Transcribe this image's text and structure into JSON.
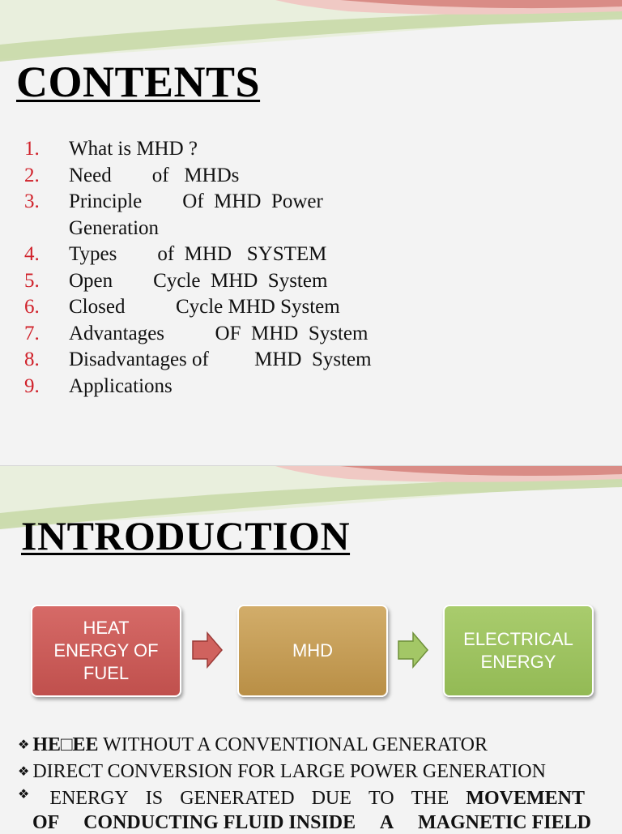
{
  "slide1": {
    "title": "CONTENTS",
    "items": [
      {
        "num": "1.",
        "text": "What is MHD ?"
      },
      {
        "num": "2.",
        "text": "Need        of   MHDs"
      },
      {
        "num": "3.",
        "text": "Principle        Of  MHD  Power",
        "text2": "Generation"
      },
      {
        "num": "4.",
        "text": "Types        of  MHD   SYSTEM"
      },
      {
        "num": "5.",
        "text": "Open        Cycle  MHD  System"
      },
      {
        "num": "6.",
        "text": "Closed          Cycle MHD System"
      },
      {
        "num": "7.",
        "text": "Advantages          OF  MHD  System"
      },
      {
        "num": "8.",
        "text": "Disadvantages of         MHD  System"
      },
      {
        "num": "9.",
        "text": "Applications"
      }
    ]
  },
  "slide2": {
    "title": "INTRODUCTION",
    "flow": [
      {
        "label": "HEAT\nENERGY OF\nFUEL",
        "color": "#c0504d"
      },
      {
        "label": "MHD",
        "color": "#b98f46"
      },
      {
        "label": "ELECTRICAL\nENERGY",
        "color": "#93ba55"
      }
    ],
    "arrow_colors": [
      "#c0504d",
      "#93ba55"
    ],
    "bullets": {
      "b1_bold": "HE□EE",
      "b1_rest": " WITHOUT A CONVENTIONAL GENERATOR",
      "b2": "DIRECT CONVERSION FOR LARGE POWER GENERATION",
      "b3_words": [
        "ENERGY",
        "IS",
        "GENERATED",
        "DUE",
        "TO",
        "THE"
      ],
      "b3_bold": "MOVEMENT",
      "b3_cont_words": [
        "OF",
        "CONDUCTING FLUID INSIDE",
        "A",
        "MAGNETIC FIELD"
      ]
    }
  },
  "colors": {
    "number_red": "#d0212a",
    "swoosh_green": "#c9d9a8",
    "swoosh_pink": "#d98c86"
  }
}
